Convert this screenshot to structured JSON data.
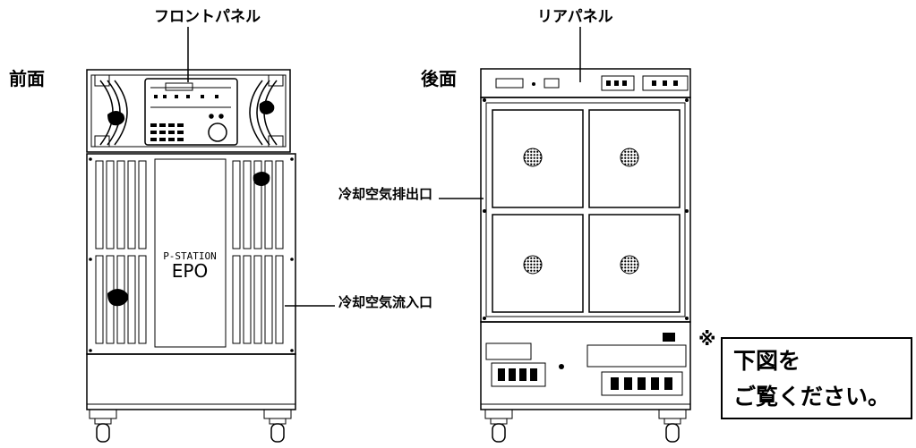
{
  "labels": {
    "front_panel": "フロントパネル",
    "rear_panel": "リアパネル",
    "front_view": "前面",
    "rear_view": "後面",
    "cooling_exhaust": "冷却空気排出口",
    "cooling_intake": "冷却空気流入口",
    "front_logo_line1": "P-STATION",
    "front_logo_line2": "EPO"
  },
  "note": {
    "mark": "※",
    "line1": "下図を",
    "line2": "ご覧ください。"
  }
}
